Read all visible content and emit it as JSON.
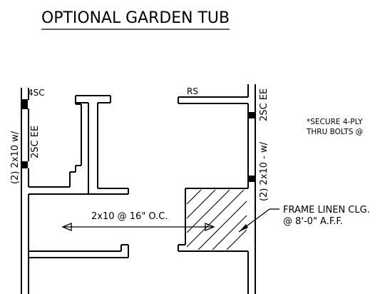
{
  "plan": {
    "title": "OPTIONAL GARDEN TUB",
    "labels": {
      "left_post_tag": "4SC",
      "left_header_a": "(2) 2x10 w/",
      "left_header_b": "2SC EE",
      "right_post_tag": "RS",
      "right_header_a": "2SC EE",
      "right_header_b": "(2) 2x10 - w/",
      "note_line1": "*SECURE 4-PLY",
      "note_line2": "THRU BOLTS @",
      "joist_callout": "2x10 @ 16\" O.C.",
      "linen_line1": "FRAME LINEN CLG.",
      "linen_line2": "@ 8'-0\" A.F.F."
    }
  }
}
